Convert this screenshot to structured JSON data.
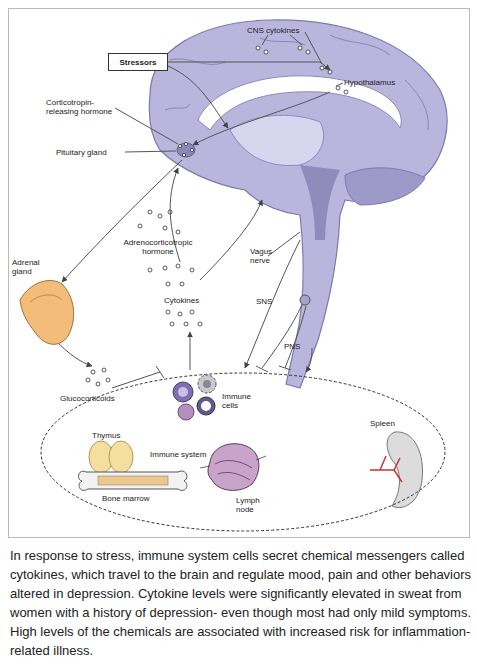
{
  "diagram": {
    "caption": "In response to stress, immune system cells secret chemical messengers called cytokines, which travel to the brain and regulate mood, pain and other behaviors altered in depression. Cytokine levels were significantly elevated in sweat from women with a history of depression- even though most had only mild symptoms. High levels of the chemicals are associated with increased risk for inflammation-related illness.",
    "nodes": [
      {
        "text": [
          "Stressors"
        ]
      },
      {
        "text": [
          "Immune system"
        ]
      }
    ],
    "labels": [
      "CNS cytokines",
      "Hypothalamus",
      "Corticotropin-releasing hormone",
      "Pituitary gland",
      "Adrenocorticotropic hormone",
      "Vagus nerve",
      "Adrenal gland",
      "SNS",
      "Cytokines",
      "PNS",
      "Glucocorticoids",
      "Immune cells",
      "Thymus",
      "Spleen",
      "Bone marrow",
      "Lymph node"
    ]
  }
}
